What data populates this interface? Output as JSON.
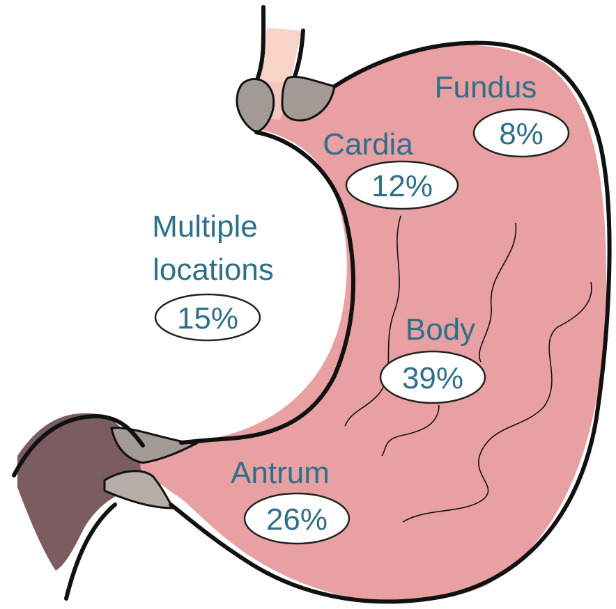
{
  "diagram": {
    "colors": {
      "stomach": "#e8a0a2",
      "esophagus": "#f7d3c8",
      "sphincter": "#a39a96",
      "duodenum": "#7b5c60",
      "outline": "#111111",
      "text": "#2f6f8a",
      "bubble_fill": "#ffffff"
    },
    "regions": [
      {
        "id": "fundus",
        "label": "Fundus",
        "percent": "8%"
      },
      {
        "id": "cardia",
        "label": "Cardia",
        "percent": "12%"
      },
      {
        "id": "multiple",
        "label_line1": "Multiple",
        "label_line2": "locations",
        "percent": "15%"
      },
      {
        "id": "body",
        "label": "Body",
        "percent": "39%"
      },
      {
        "id": "antrum",
        "label": "Antrum",
        "percent": "26%"
      }
    ]
  }
}
